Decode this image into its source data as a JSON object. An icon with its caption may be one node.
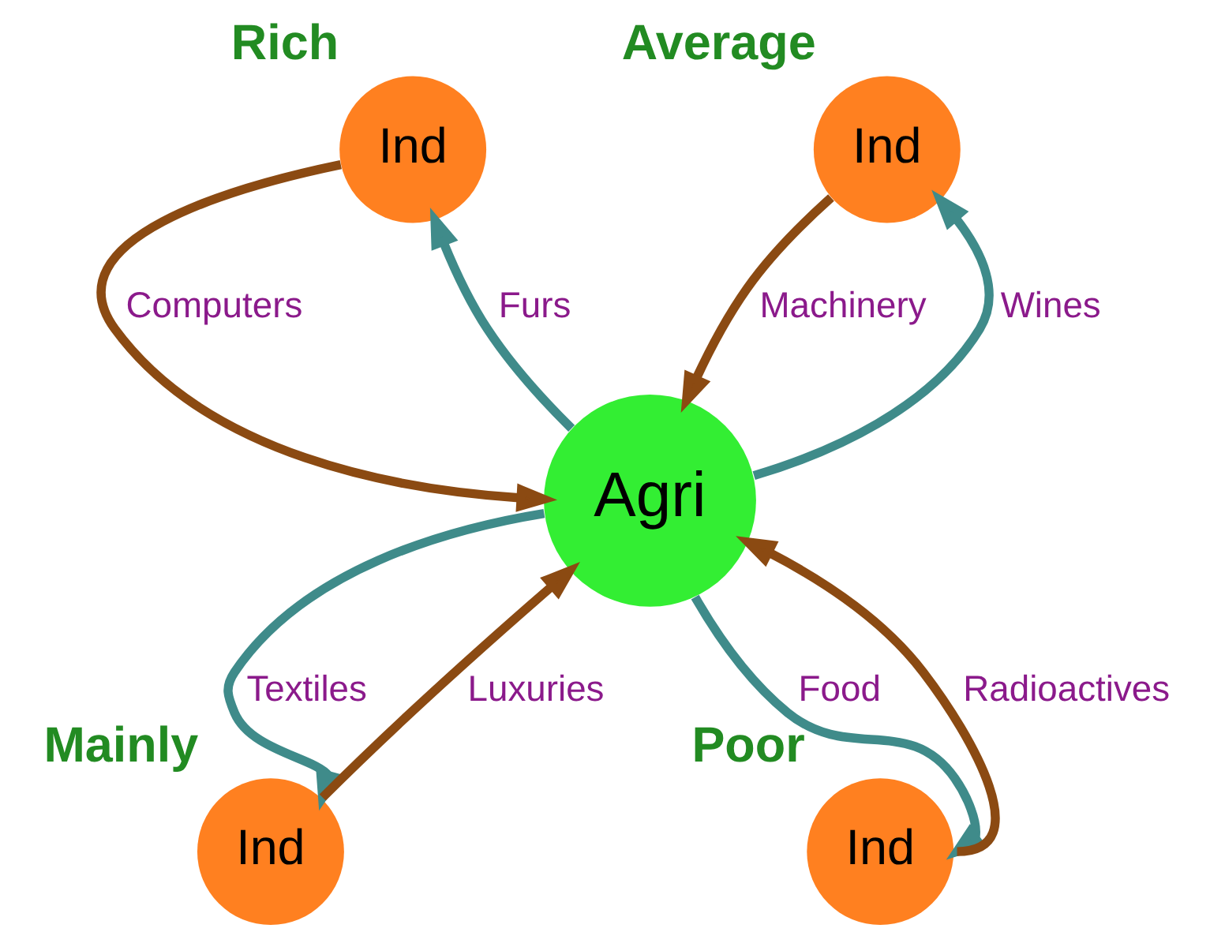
{
  "diagram": {
    "nodes": [
      {
        "text": [
          "Ind"
        ],
        "beside": [
          "Rich"
        ]
      },
      {
        "text": [
          "Ind"
        ],
        "beside": [
          "Average"
        ]
      },
      {
        "text": [
          "Agri"
        ]
      },
      {
        "text": [
          "Ind"
        ],
        "beside": [
          "Mainly"
        ]
      },
      {
        "text": [
          "Ind"
        ],
        "beside": [
          "Poor"
        ]
      }
    ],
    "edges": [
      {
        "from": 0,
        "to": 2,
        "arrow": "to",
        "label": "Computers",
        "color": "#8b4a12"
      },
      {
        "from": 2,
        "to": 0,
        "arrow": "to",
        "label": "Furs",
        "color": "#3f8b8a"
      },
      {
        "from": 2,
        "to": 1,
        "arrow": "to",
        "label": "Wines",
        "color": "#3f8b8a"
      },
      {
        "from": 1,
        "to": 2,
        "arrow": "to",
        "label": "Machinery",
        "color": "#8b4a12"
      },
      {
        "from": 3,
        "to": 2,
        "arrow": "to",
        "label": "Luxuries",
        "color": "#8b4a12"
      },
      {
        "from": 2,
        "to": 3,
        "arrow": "to",
        "label": "Textiles",
        "color": "#3f8b8a"
      },
      {
        "from": 2,
        "to": 4,
        "arrow": "to",
        "label": "Food",
        "color": "#3f8b8a"
      },
      {
        "from": 4,
        "to": 2,
        "arrow": "to",
        "label": "Radioactives",
        "color": "#8b4a12"
      }
    ]
  }
}
